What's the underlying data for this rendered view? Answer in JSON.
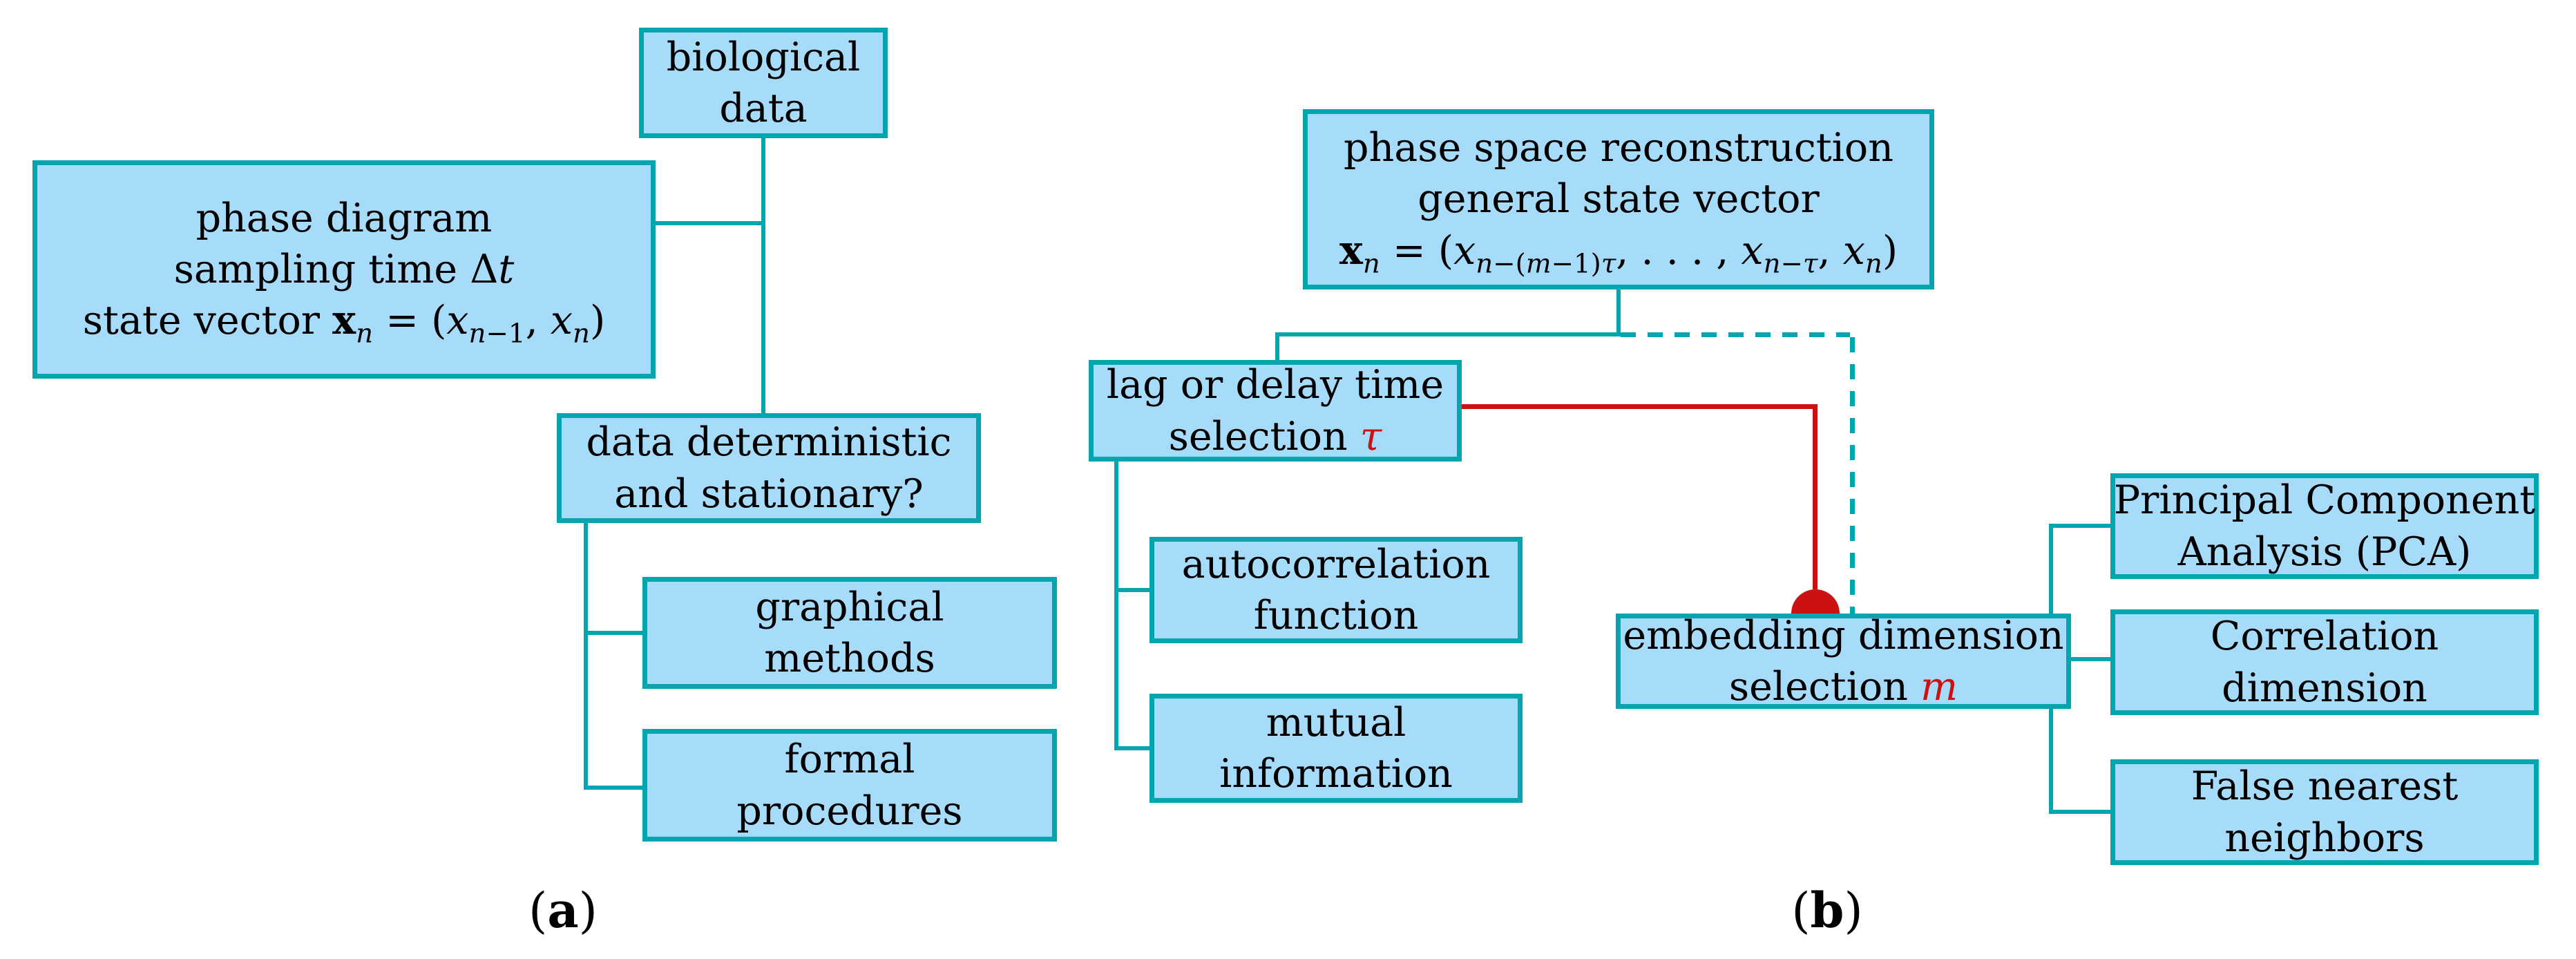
{
  "labels": {
    "panel_a_html": "(<b>a</b>)",
    "panel_b_html": "(<b>b</b>)"
  },
  "boxes": {
    "biological_data": {
      "t1": "biological",
      "t2": "data"
    },
    "phase_diagram": {
      "t1": "phase diagram",
      "t2_html": "sampling time Δ<i>t</i>",
      "t3_html": "state vector <b>x</b><sub><i>n</i></sub> = (<i>x</i><sub><i>n</i>−1</sub>, <i>x</i><sub><i>n</i></sub>)"
    },
    "data_deterministic": {
      "t1": "data deterministic",
      "t2": "and stationary?"
    },
    "graphical_methods": {
      "t1": "graphical",
      "t2": "methods"
    },
    "formal_procedures": {
      "t1": "formal",
      "t2": "procedures"
    },
    "phase_space": {
      "t1": "phase space reconstruction",
      "t2": "general state vector",
      "t3_html": "<b>x</b><sub><i>n</i></sub> = (<i>x</i><sub><i>n</i>−(<i>m</i>−1)<i>τ</i></sub>, . . . , <i>x</i><sub><i>n</i>−<i>τ</i></sub>, <i>x</i><sub><i>n</i></sub>)"
    },
    "lag_delay": {
      "t1": "lag or delay time",
      "t2_html": "selection <i class='red'>τ</i>"
    },
    "autocorrelation": {
      "t1": "autocorrelation",
      "t2": "function"
    },
    "mutual_information": {
      "t1": "mutual",
      "t2": "information"
    },
    "embedding_dimension": {
      "t1": "embedding dimension",
      "t2_html": "selection <i class='red'>m</i>"
    },
    "pca": {
      "t1": "Principal Component",
      "t2": "Analysis (PCA)"
    },
    "correlation_dimension": {
      "t1": "Correlation",
      "t2": "dimension"
    },
    "false_nearest": {
      "t1": "False nearest",
      "t2": "neighbors"
    }
  },
  "colors": {
    "box_fill": "#a7dbfa",
    "box_border": "#00a5ad",
    "connector": "#00a5ad",
    "highlight_red": "#cb1111",
    "text": "#000000",
    "background": "#ffffff"
  }
}
